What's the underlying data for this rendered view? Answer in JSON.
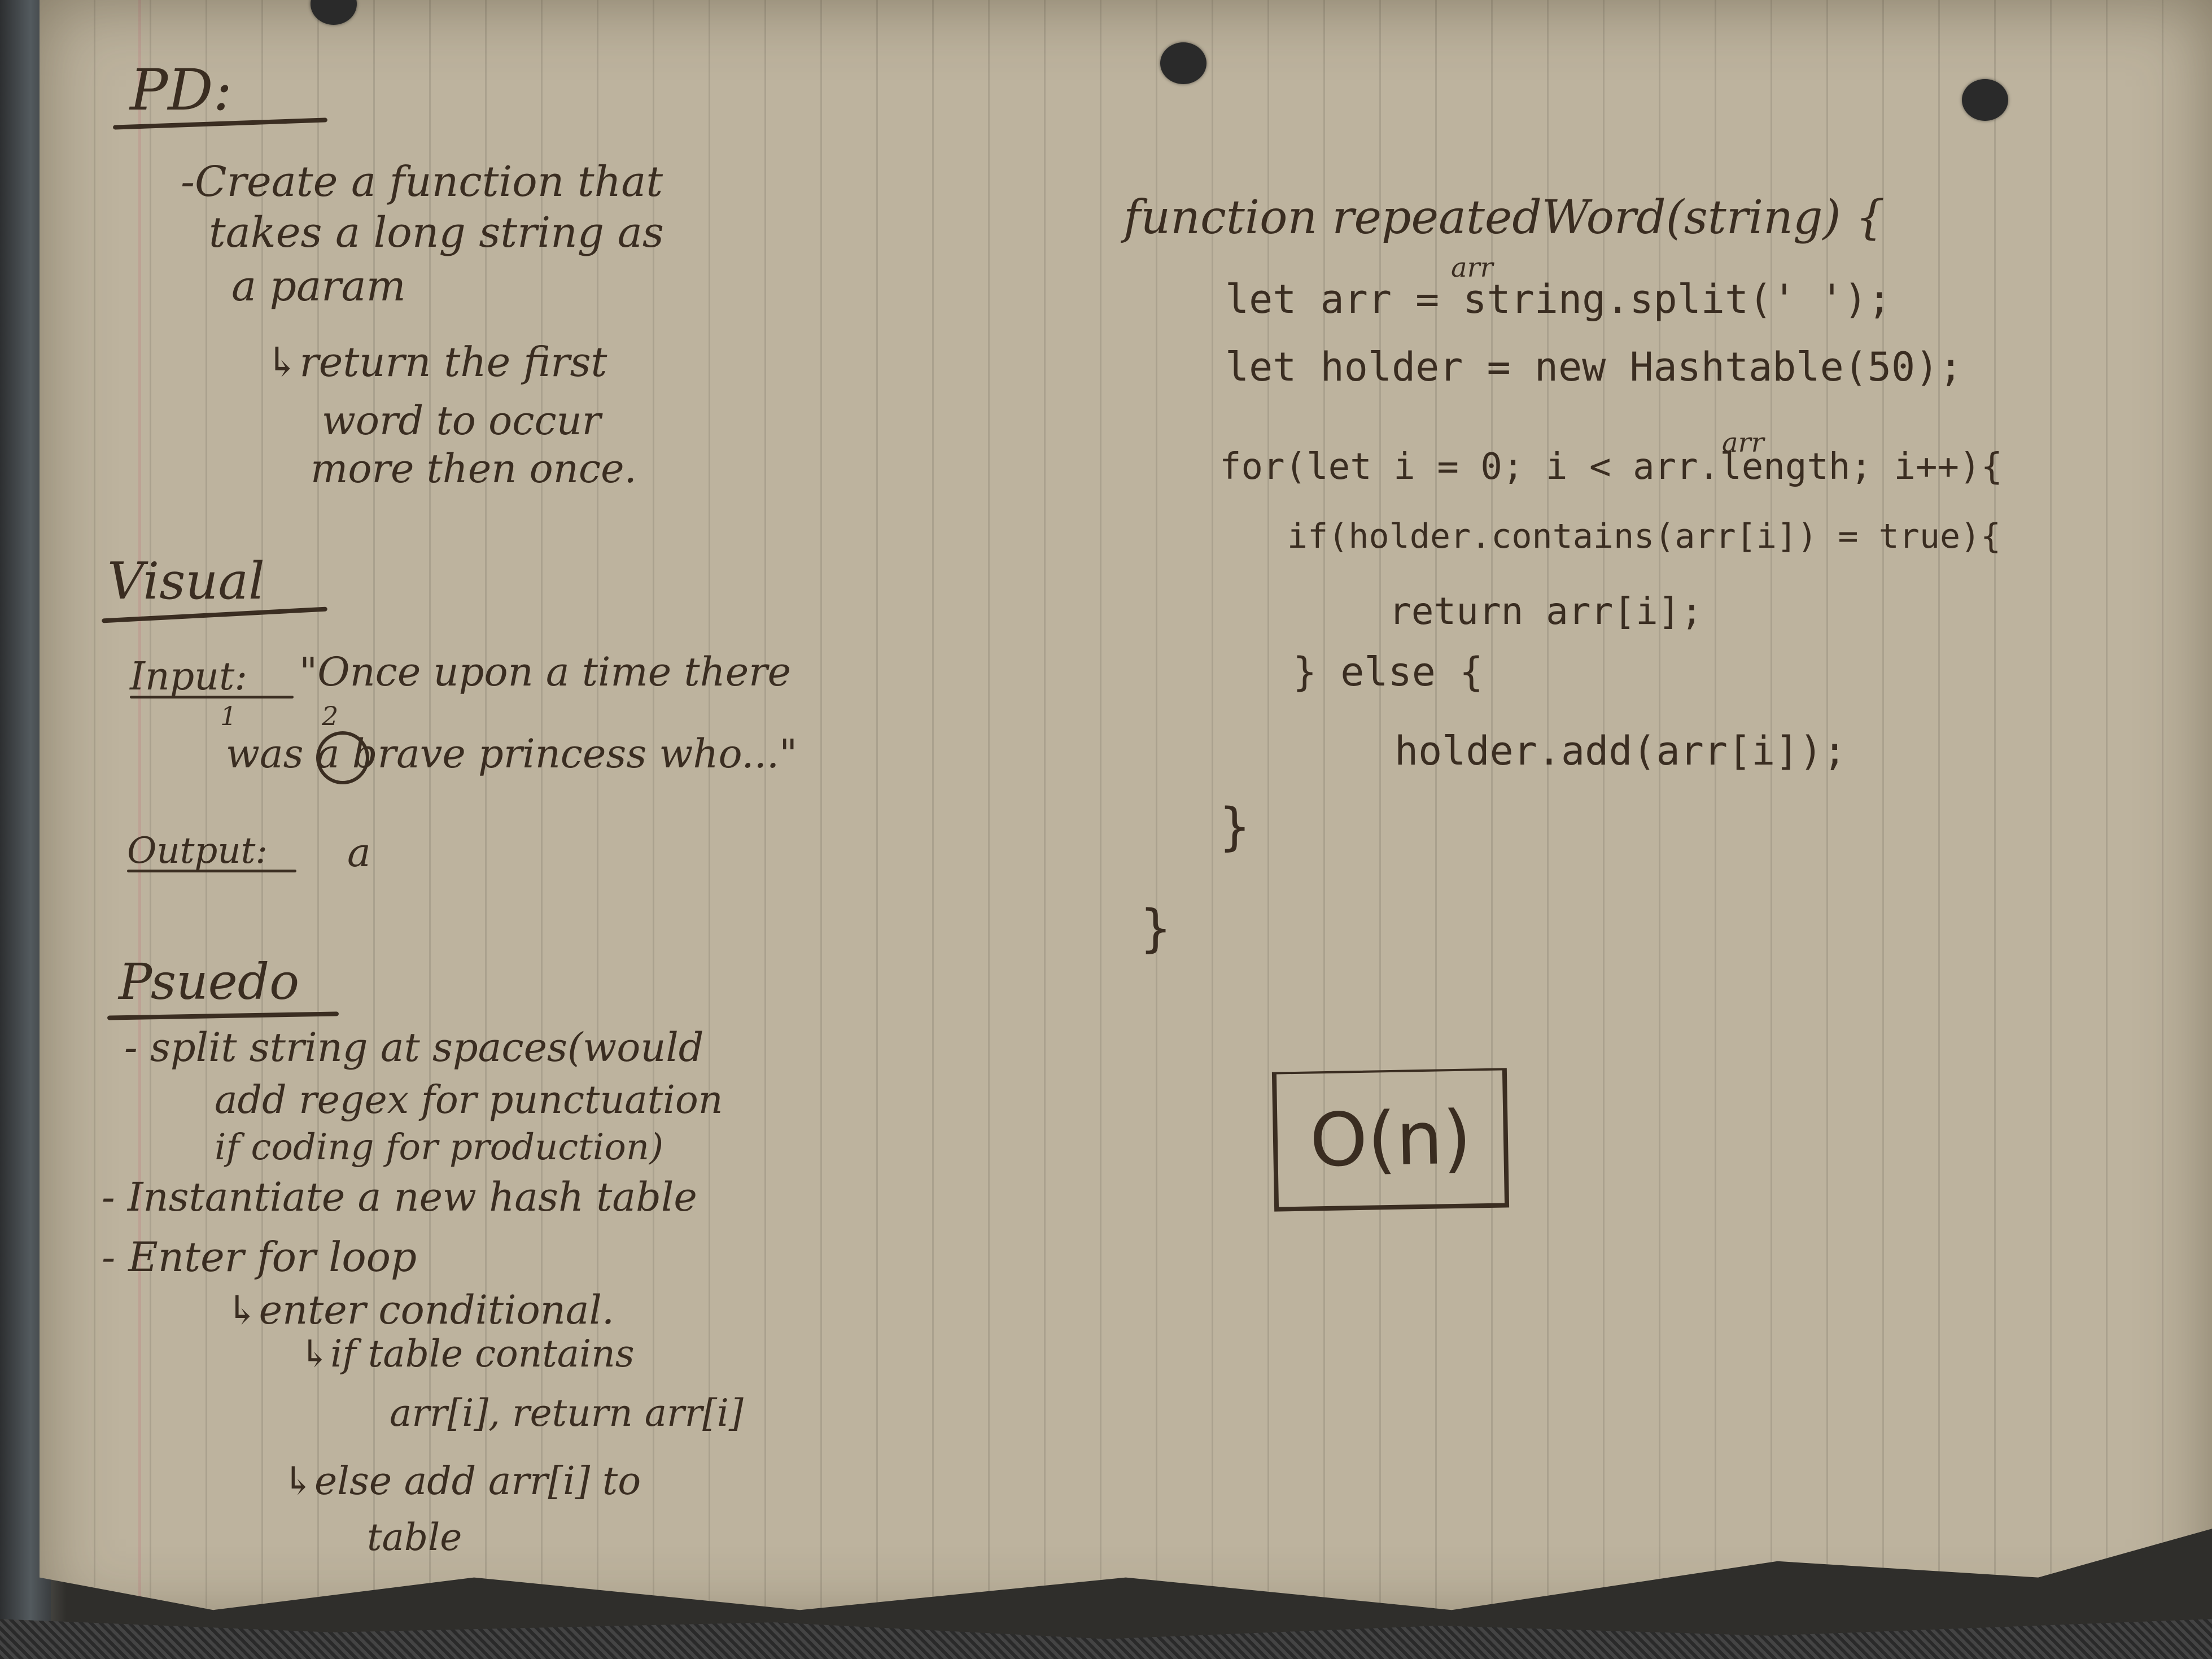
{
  "problem_domain": {
    "heading": "PD:",
    "bullet": "-Create a function that",
    "line2": "takes a long string as",
    "line3": "a param",
    "sub_line1": "↳return the first",
    "sub_line2": "word to occur",
    "sub_line3": "more then once."
  },
  "visual": {
    "heading": "Visual",
    "input_label": "Input:",
    "input_line1": "\"Once upon a time there",
    "input_line2": "was a brave princess who...\"",
    "mark_1": "1",
    "mark_2": "2",
    "output_label": "Output:",
    "output_value": "a"
  },
  "pseudo": {
    "heading": "Psuedo",
    "step1_line1": "- split string at spaces(would",
    "step1_line2": "add regex for punctuation",
    "step1_line3": "if coding for production)",
    "step2": "- Instantiate a new hash table",
    "step3": "- Enter for loop",
    "step3_sub1": "↳enter conditional.",
    "step3_sub2": "↳if table contains",
    "step3_sub3": "arr[i], return arr[i]",
    "step3_sub4": "↳else add arr[i] to",
    "step3_sub5": "table"
  },
  "code": {
    "line1": "function repeatedWord(string) {",
    "line2_correction": "arr",
    "line2": "let arr = string.split(' ');",
    "line3": "let holder = new Hashtable(50);",
    "line4_correction": "arr",
    "line4": "for(let i = 0; i < arr.length; i++){",
    "line5": "if(holder.contains(arr[i]) = true){",
    "line6": "return arr[i];",
    "line7": "} else {",
    "line8": "holder.add(arr[i]);",
    "line9": "}",
    "line10": "}"
  },
  "complexity": {
    "big_o": "O(n)"
  },
  "colors": {
    "paper": "#bdb39e",
    "ink": "#3a2d21",
    "margin_line": "#be6e78"
  }
}
